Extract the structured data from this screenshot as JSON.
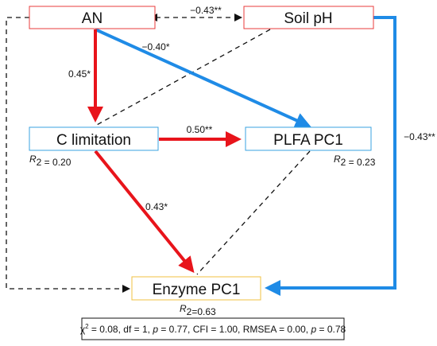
{
  "nodes": {
    "an": {
      "label": "AN",
      "border": "#e83b3b"
    },
    "soil_ph": {
      "label": "Soil pH",
      "border": "#e83b3b"
    },
    "c_limitation": {
      "label": "C limitation",
      "border": "#3aa3e0",
      "r2_prefix": "R",
      "r2_value": "2 = 0.20"
    },
    "plfa_pc1": {
      "label": "PLFA PC1",
      "border": "#3aa3e0",
      "r2_prefix": "R",
      "r2_value": "2 = 0.23"
    },
    "enzyme_pc1": {
      "label": "Enzyme PC1",
      "border": "#f0c040",
      "r2_prefix": "R",
      "r2_value": "2=0.63"
    }
  },
  "paths": {
    "an_soilph": {
      "coef": "−0.43**",
      "style": "dashed"
    },
    "an_plfa": {
      "coef": "−0.40*",
      "style": "negative"
    },
    "an_climit": {
      "coef": "0.45*",
      "style": "positive"
    },
    "climit_plfa": {
      "coef": "0.50**",
      "style": "positive"
    },
    "climit_enzyme": {
      "coef": "0.43*",
      "style": "positive"
    },
    "soilph_enzyme": {
      "coef": "−0.43**",
      "style": "negative"
    }
  },
  "fit": {
    "chi": "χ",
    "chi_sup": "2",
    "part1": " = 0.08, df = 1, ",
    "p1": "p",
    "part2": " = 0.77, CFI = 1.00, RMSEA = 0.00, ",
    "p2": "p",
    "part3": " = 0.78"
  },
  "colors": {
    "positive": "#e8141b",
    "negative": "#1f8be6",
    "dashed": "#111111"
  }
}
